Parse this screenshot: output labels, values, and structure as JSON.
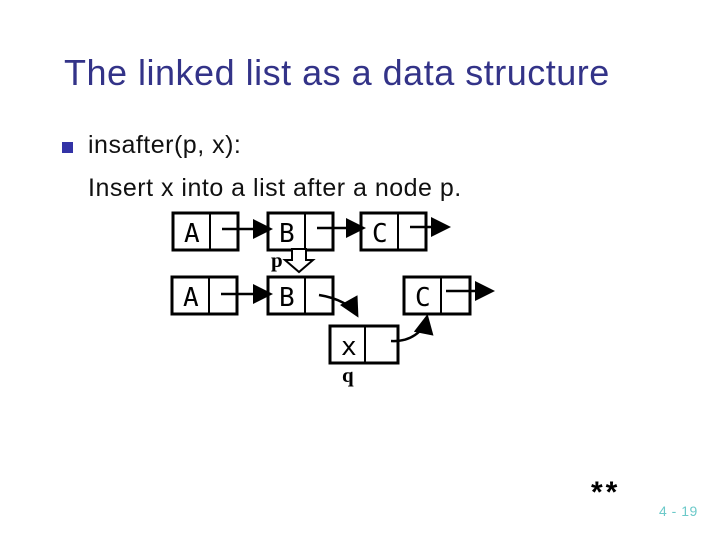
{
  "slide": {
    "title": "The linked list as a data structure",
    "bullet_item": {
      "heading": "insafter(p, x):",
      "body": "Insert x into a list after a node p."
    },
    "footnote_marker": "**",
    "page_number": "4 - 19"
  },
  "colors": {
    "background": "#FFFFFF",
    "title_text": "#333388",
    "bullet_square": "#3333A6",
    "body_text": "#111111",
    "diagram_stroke": "#000000",
    "page_number_text": "#6CC9C9"
  },
  "diagram": {
    "list_before_nodes": [
      "A",
      "B",
      "C"
    ],
    "p_label": "p",
    "list_after_nodes": [
      "A",
      "B",
      "C"
    ],
    "inserted_node_value": "x",
    "q_label": "q"
  }
}
